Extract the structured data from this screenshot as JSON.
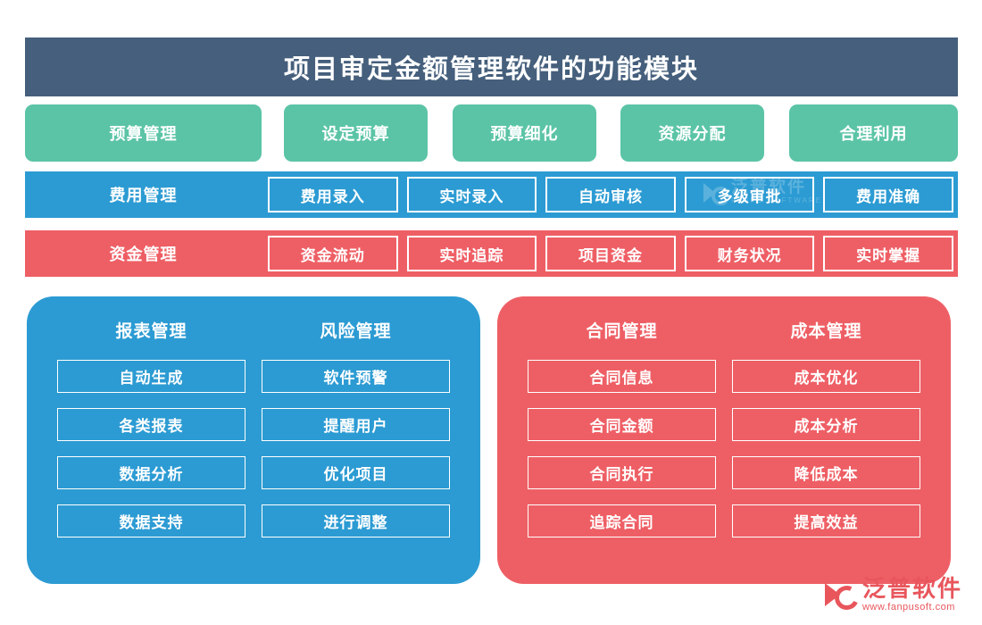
{
  "header": {
    "title": "项目审定金额管理软件的功能模块",
    "background_color": "#455F7C",
    "text_color": "#FFFFFF"
  },
  "palette": {
    "green": "#5BC4A6",
    "blue": "#2C9BD3",
    "red": "#EE5F65",
    "header": "#455F7C",
    "brand": "#E8565C",
    "page_background": "#FFFFFF"
  },
  "green_row": {
    "cards": [
      {
        "label": "预算管理"
      },
      {
        "label": "设定预算"
      },
      {
        "label": "预算细化"
      },
      {
        "label": "资源分配"
      },
      {
        "label": "合理利用"
      }
    ]
  },
  "bars": [
    {
      "label": "费用管理",
      "color": "#2C9BD3",
      "items": [
        {
          "label": "费用录入"
        },
        {
          "label": "实时录入"
        },
        {
          "label": "自动审核"
        },
        {
          "label": "多级审批"
        },
        {
          "label": "费用准确"
        }
      ]
    },
    {
      "label": "资金管理",
      "color": "#EE5F65",
      "items": [
        {
          "label": "资金流动"
        },
        {
          "label": "实时追踪"
        },
        {
          "label": "项目资金"
        },
        {
          "label": "财务状况"
        },
        {
          "label": "实时掌握"
        }
      ]
    }
  ],
  "panels": [
    {
      "color": "#2C9BD3",
      "columns": [
        {
          "title": "报表管理",
          "items": [
            {
              "label": "自动生成"
            },
            {
              "label": "各类报表"
            },
            {
              "label": "数据分析"
            },
            {
              "label": "数据支持"
            }
          ]
        },
        {
          "title": "风险管理",
          "items": [
            {
              "label": "软件预警"
            },
            {
              "label": "提醒用户"
            },
            {
              "label": "优化项目"
            },
            {
              "label": "进行调整"
            }
          ]
        }
      ]
    },
    {
      "color": "#EE5F65",
      "columns": [
        {
          "title": "合同管理",
          "items": [
            {
              "label": "合同信息"
            },
            {
              "label": "合同金额"
            },
            {
              "label": "合同执行"
            },
            {
              "label": "追踪合同"
            }
          ]
        },
        {
          "title": "成本管理",
          "items": [
            {
              "label": "成本优化"
            },
            {
              "label": "成本分析"
            },
            {
              "label": "降低成本"
            },
            {
              "label": "提高效益"
            }
          ]
        }
      ]
    }
  ],
  "watermark": {
    "name_cn": "泛普软件",
    "name_en": "FANPU SOFTWARE"
  },
  "brand": {
    "name_cn": "泛普软件",
    "url": "www.fanpusoft.com"
  }
}
